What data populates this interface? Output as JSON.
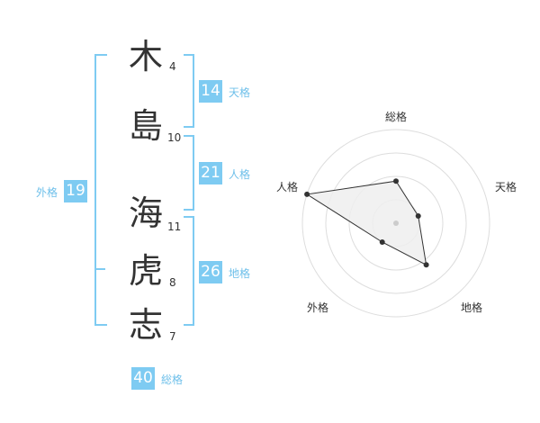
{
  "name_chars": [
    {
      "char": "木",
      "strokes": "4"
    },
    {
      "char": "島",
      "strokes": "10"
    },
    {
      "char": "海",
      "strokes": "11"
    },
    {
      "char": "虎",
      "strokes": "8"
    },
    {
      "char": "志",
      "strokes": "7"
    }
  ],
  "fortunes": {
    "tenkaku": {
      "value": "14",
      "label": "天格"
    },
    "jinkaku": {
      "value": "21",
      "label": "人格"
    },
    "chikaku": {
      "value": "26",
      "label": "地格"
    },
    "gaikaku": {
      "value": "19",
      "label": "外格"
    },
    "soukaku": {
      "value": "40",
      "label": "総格"
    }
  },
  "colors": {
    "accent": "#7ecbf2",
    "accent_text": "#6fc0ea",
    "text": "#333333",
    "radar_fill": "#eeeeee"
  },
  "chart_data": {
    "type": "radar",
    "axes": [
      "総格",
      "天格",
      "地格",
      "外格",
      "人格"
    ],
    "rings": 4,
    "values": [
      0.45,
      0.25,
      0.55,
      0.25,
      1.0
    ]
  }
}
